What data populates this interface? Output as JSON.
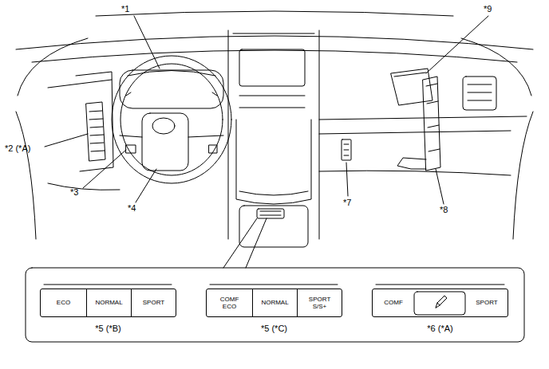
{
  "diagram": {
    "nodes": [
      {
        "text": [
          "*5 (*B)"
        ]
      },
      {
        "text": [
          "ECO"
        ],
        "in": 0
      },
      {
        "text": [
          "NORMAL"
        ],
        "in": 0
      },
      {
        "text": [
          "SPORT"
        ],
        "in": 0
      },
      {
        "text": [
          "*5 (*C)"
        ]
      },
      {
        "text": [
          "COMF ECO"
        ],
        "in": 4
      },
      {
        "text": [
          "NORMAL"
        ],
        "in": 4
      },
      {
        "text": [
          "SPORT S/S+"
        ],
        "in": 4
      },
      {
        "text": [
          "*6 (*A)"
        ]
      },
      {
        "text": [
          "COMF"
        ],
        "in": 8
      },
      {
        "text": [
          "SPORT"
        ],
        "in": 8
      }
    ],
    "edges": [],
    "labels": [
      "*1",
      "*9",
      "*2 (*A)",
      "*3",
      "*4",
      "*7",
      "*8"
    ]
  }
}
